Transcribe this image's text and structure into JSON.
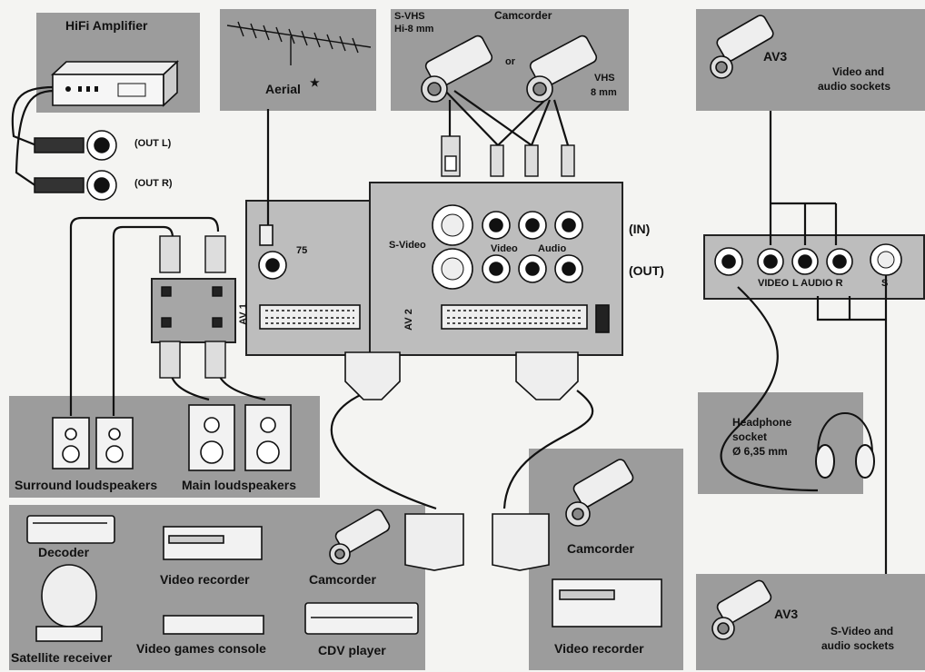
{
  "hifi": {
    "title": "HiFi Amplifier",
    "out_l": "(OUT L)",
    "out_r": "(OUT R)"
  },
  "aerial": {
    "title": "Aerial",
    "star": "★"
  },
  "cams_top": {
    "svhs": "S-VHS",
    "hi8": "Hi-8 mm",
    "camcorder": "Camcorder",
    "or": "or",
    "vhs": "VHS",
    "mm8": "8 mm"
  },
  "av3_top": {
    "title": "AV3",
    "caption_1": "Video and",
    "caption_2": "audio sockets"
  },
  "tv_panel": {
    "aerial_in": "75",
    "av1": "AV 1",
    "av2": "AV 2",
    "svideo": "S-Video",
    "video": "Video",
    "audio": "Audio",
    "in": "(IN)",
    "out": "(OUT)"
  },
  "side_panel": {
    "video": "VIDEO",
    "laudio": "L AUDIO R",
    "s": "S"
  },
  "speakers": {
    "surround": "Surround loudspeakers",
    "main": "Main loudspeakers"
  },
  "headphone": {
    "line1": "Headphone",
    "line2": "socket",
    "line3": "Ø 6,35 mm"
  },
  "sources": {
    "decoder": "Decoder",
    "video_recorder": "Video recorder",
    "camcorder": "Camcorder",
    "satellite": "Satellite receiver",
    "games": "Video games console",
    "cdv": "CDV player"
  },
  "right_bottom": {
    "camcorder": "Camcorder",
    "video_recorder": "Video recorder"
  },
  "av3_bottom": {
    "title": "AV3",
    "caption_1": "S-Video and",
    "caption_2": "audio sockets"
  },
  "colors": {
    "box_grey": "#9c9c9c",
    "panel_grey": "#bdbdbd",
    "line": "#111111",
    "background": "#f4f4f2"
  }
}
